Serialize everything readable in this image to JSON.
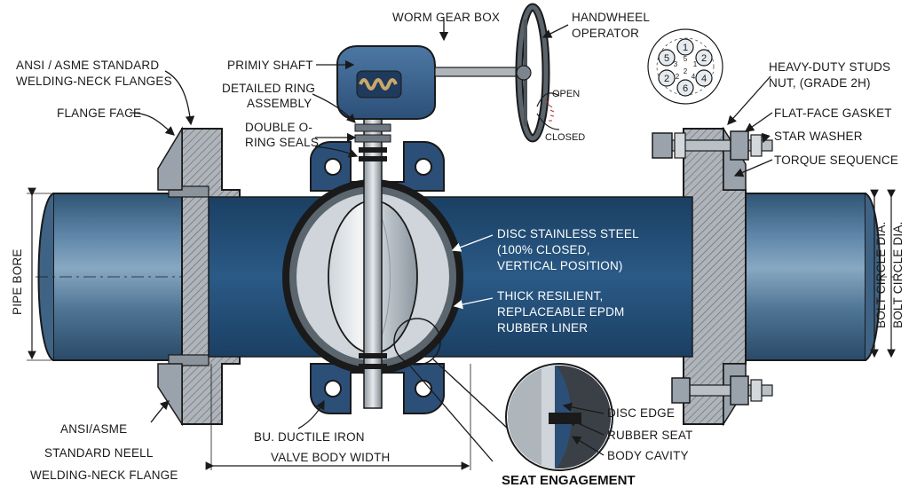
{
  "labels": {
    "worm_gear_box": "WORM GEAR BOX",
    "handwheel_1": "HANDWHEEL",
    "handwheel_2": "OPERATOR",
    "primiy_shaft": "PRIMIY SHAFT",
    "ansi_top_1": "ANSI / ASME STANDARD",
    "ansi_top_2": "WELDING-NECK FLANGES",
    "detailed_ring_1": "DETAILED RING",
    "detailed_ring_2": "ASSEMBLY",
    "flange_face": "FLANGE FACE",
    "double_oring_1": "DOUBLE O-",
    "double_oring_2": "RING SEALS",
    "open": "OPEN",
    "closed": "CLOSED",
    "heavy_duty_1": "HEAVY-DUTY STUDS",
    "heavy_duty_2": "NUT, (GRADE 2H)",
    "flat_face_gasket": "FLAT-FACE GASKET",
    "star_washer": "STAR WASHER",
    "torque_sequence": "TORQUE SEQUENCE",
    "disc_1": "DISC STAINLESS STEEL",
    "disc_2": "(100% CLOSED,",
    "disc_3": "VERTICAL POSITION)",
    "liner_1": "THICK RESILIENT,",
    "liner_2": "REPLACEABLE EPDM",
    "liner_3": "RUBBER LINER",
    "pipe_bore": "PIPE BORE",
    "bolt_circle_1": "BOLT CIRCLE DIA.",
    "bolt_circle_2": "BOLT CIRCLE DIA.",
    "disc_edge": "DISC EDGE",
    "rubber_seat": "RUBBER SEAT",
    "body_cavity": "BODY CAVITY",
    "seat_engagement": "SEAT ENGAGEMENT",
    "ansi_bottom_1": "ANSI/ASME",
    "ansi_bottom_2": "STANDARD NEELL",
    "ansi_bottom_3": "WELDING-NECK FLANGE",
    "ductile_iron": "BU. DUCTILE IRON",
    "valve_body_width": "VALVE BODY WIDTH"
  },
  "torque_numbers": {
    "outer": [
      "1",
      "2",
      "4",
      "6",
      "2",
      "5"
    ],
    "inner": [
      "5",
      "1",
      "2",
      "2",
      "4",
      "3"
    ]
  },
  "colors": {
    "pipe_blue": "#4f7392",
    "bore_dark": "#1f4a72",
    "body_blue": "#2c4f78",
    "steel_grey": "#9aa3ab",
    "outline": "#1a1a1a"
  }
}
